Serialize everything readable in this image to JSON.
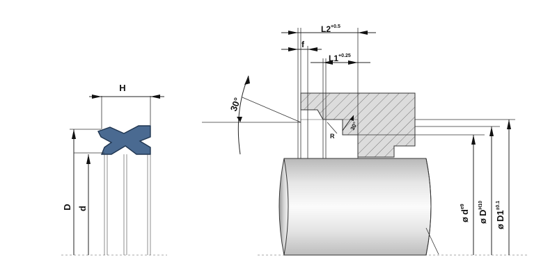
{
  "left_view": {
    "width_label": "H",
    "outer_diameter_label": "D",
    "inner_diameter_label": "d",
    "seal_color": "#4a6a91"
  },
  "right_view": {
    "l2_label": "L2",
    "l2_tolerance": "+0.5",
    "f_label": "f",
    "l1_label": "L1",
    "l1_tolerance": "+0.25",
    "chamfer_angle_label": "30°",
    "inner_angle_label": "30°",
    "radius_label": "R",
    "phi_symbol": "ø",
    "rod_d_label": "d",
    "rod_d_tolerance": "e9",
    "bore_D_label": "D",
    "bore_D_tolerance": "H10",
    "d1_label": "D1",
    "d1_tolerance": "±0.1"
  }
}
